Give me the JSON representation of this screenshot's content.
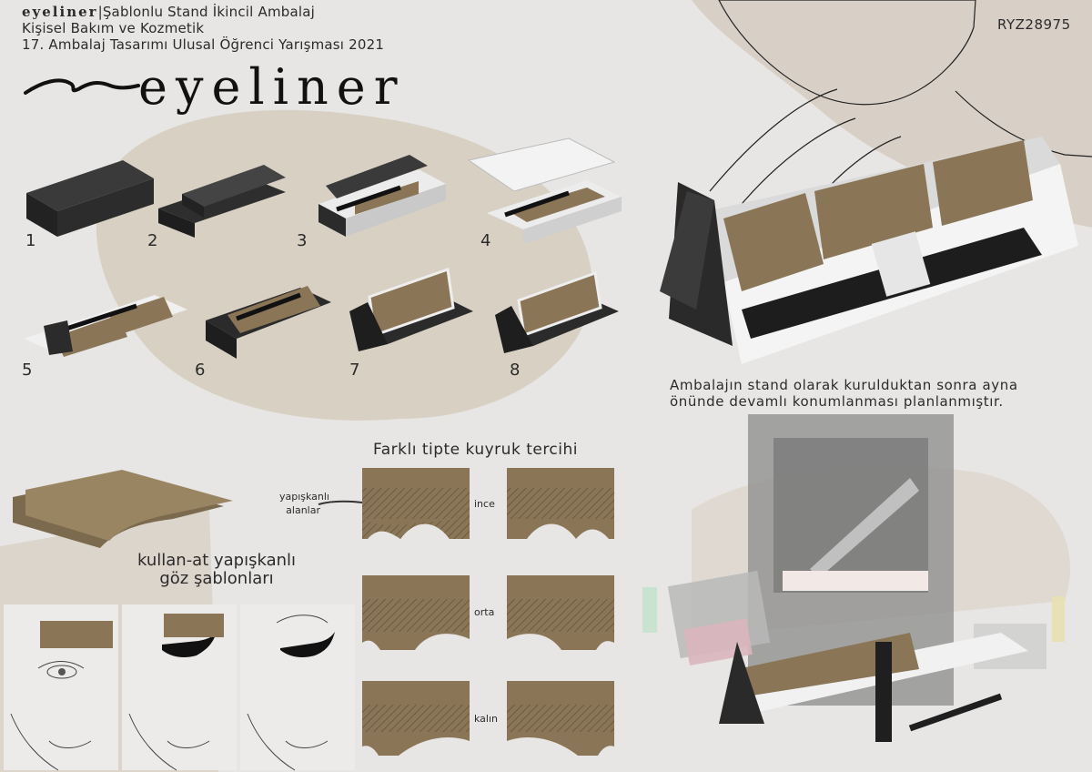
{
  "header": {
    "brand": "eyeliner",
    "line1_rest": "Şablonlu Stand İkincil Ambalaj",
    "line2": "Kişisel Bakım ve Kozmetik",
    "line3": "17. Ambalaj Tasarımı Ulusal Öğrenci Yarışması 2021",
    "code": "RYZ28975"
  },
  "title": "eyeliner",
  "steps": [
    "1",
    "2",
    "3",
    "4",
    "5",
    "6",
    "7",
    "8"
  ],
  "stand_caption": "Ambalajın stand olarak kurulduktan sonra ayna önünde devamlı konumlanması planlanmıştır.",
  "tail_section": {
    "heading": "Farklı tipte kuyruk tercihi",
    "adhesive_label_1": "yapışkanlı",
    "adhesive_label_2": "alanlar",
    "types": [
      "ince",
      "orta",
      "kalın"
    ]
  },
  "templates_caption": {
    "line1": "kullan-at yapışkanlı",
    "line2": "göz şablonları"
  },
  "colors": {
    "background": "#e7e6e4",
    "box_black": "#2c2c2c",
    "template_tan": "#8a7656",
    "box_white": "#f2f2f2"
  }
}
